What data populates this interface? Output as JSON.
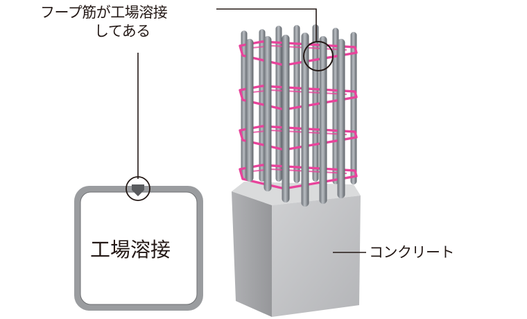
{
  "labels": {
    "hoop_line1": "フープ筋が工場溶接",
    "hoop_line2": "してある",
    "weld_box": "工場溶接",
    "concrete": "コンクリート"
  },
  "colors": {
    "hoop": "#e8439b",
    "rebar": "#9ea3aa",
    "concrete_front": "#c3c4c6",
    "concrete_side": "#a9aaad",
    "concrete_top": "#d9dadb",
    "leader": "#231815",
    "box_frame": "#8f9194"
  }
}
